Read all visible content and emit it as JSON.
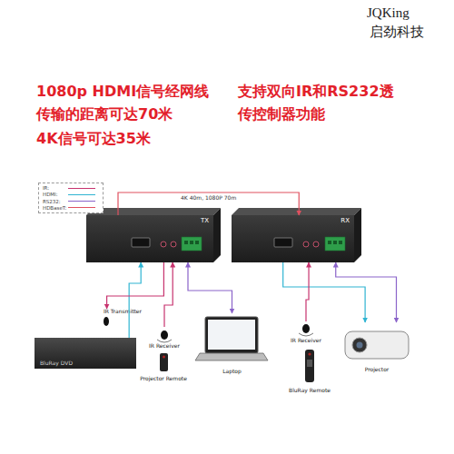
{
  "diagram": {
    "nodes": [
      {
        "text": [
          "TX"
        ]
      },
      {
        "text": [
          "RX"
        ]
      },
      {
        "text": [
          "BluRay DVD"
        ]
      },
      {
        "text": [
          "IR Transmitter"
        ]
      },
      {
        "text": [
          "IR Receiver"
        ]
      },
      {
        "text": [
          "Projector Remote"
        ]
      },
      {
        "text": [
          "Laptop"
        ]
      },
      {
        "text": [
          "IR Receiver"
        ]
      },
      {
        "text": [
          "BluRay Remote"
        ]
      },
      {
        "text": [
          "Projector"
        ]
      }
    ],
    "edges": [
      {
        "from": 2,
        "to": 0,
        "arrow": "to"
      },
      {
        "from": 0,
        "to": 3,
        "arrow": "to"
      },
      {
        "from": 4,
        "to": 0,
        "arrow": "to"
      },
      {
        "from": 0,
        "to": 6,
        "arrow": "both"
      },
      {
        "from": 0,
        "to": 1,
        "label": "4K 40m, 1080P 70m",
        "arrow": "to"
      },
      {
        "from": 1,
        "to": 9,
        "arrow": "to"
      },
      {
        "from": 7,
        "to": 1,
        "arrow": "to"
      },
      {
        "from": 1,
        "to": 9,
        "arrow": "both"
      }
    ],
    "labels": [
      "JQKing",
      "启劲科技",
      "1080p HDMI信号经网线 传输的距离可达70米",
      "4K信号可达35米",
      "支持双向IR和RS232透 传控制器功能"
    ],
    "legend": [
      {
        "text": "IR:"
      },
      {
        "text": "HDMI:"
      },
      {
        "text": "RS232:"
      },
      {
        "text": "HDBaseT:"
      }
    ]
  }
}
